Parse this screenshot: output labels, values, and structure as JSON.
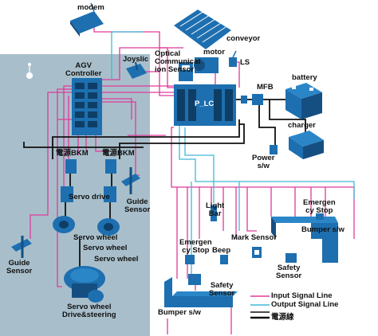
{
  "labels": {
    "modem": "modem",
    "conveyor": "conveyor",
    "motor": "motor",
    "optical_sensor": "Optical\nCommunicat\nion Sensor",
    "ls": "LS",
    "joystick": "Joyslic",
    "agv_controller": "AGV\nController",
    "battery": "battery",
    "mfb": "MFB",
    "plc": "P_LC",
    "charger": "charger",
    "power_sw": "Power\ns/w",
    "bkm_left": "電源BKM",
    "bkm_right": "電源BKM",
    "servo_drive": "Servo drive",
    "guide_sensor_right": "Guide\nSensor",
    "light_bar": "Light\nBar",
    "emergency_stop_right": "Emergen\ncy Stop",
    "bumper_right": "Bumper s/w",
    "mark_sensor": "Mark Sensor",
    "emergency_stop_mid": "Emergen\ncy Stop",
    "beep": "Beep",
    "servo_wheel_1": "Servo wheel",
    "servo_wheel_2": "Servo wheel",
    "servo_wheel_3": "Servo wheel",
    "guide_sensor_left": "Guide\nSensor",
    "safety_sensor_right": "Safety\nSensor",
    "safety_sensor_mid": "Safety\nSensor",
    "servo_drive_steering": "Servo wheel\nDrive&steering",
    "bumper_left": "Bumper s/w"
  },
  "legend": {
    "items": [
      {
        "label": "Input Signal Line",
        "color": "#e0399a"
      },
      {
        "label": "Output Signal Line",
        "color": "#3fb8d8"
      },
      {
        "label": "",
        "color": "#111111"
      },
      {
        "label": "電源線",
        "color": "#111111"
      }
    ]
  },
  "colors": {
    "panel": "#a8bfcb",
    "device": "#1d6fb0",
    "input_line": "#e0399a",
    "output_line": "#3fb8d8",
    "power_line": "#111111"
  }
}
